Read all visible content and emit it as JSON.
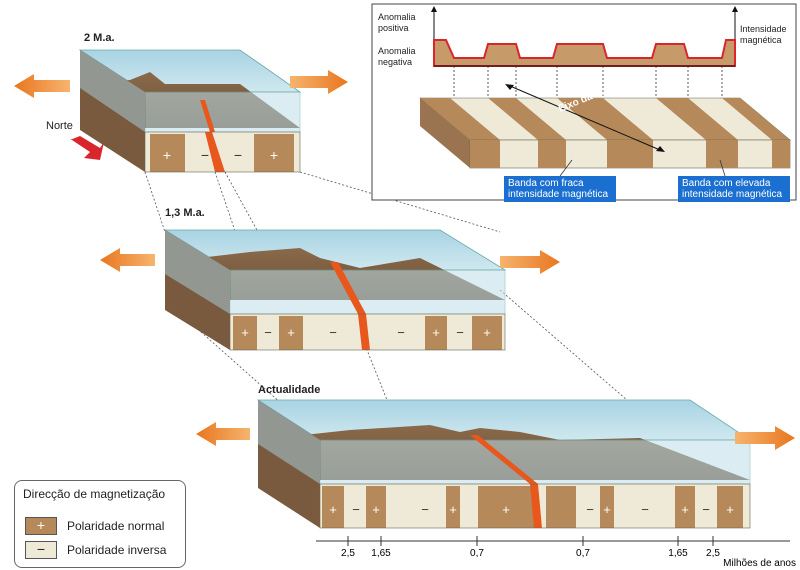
{
  "stages": {
    "first": "2 M.a.",
    "second": "1,3 M.a.",
    "third": "Actualidade"
  },
  "north_label": "Norte",
  "inset": {
    "pos_anomaly": "Anomalia positiva",
    "neg_anomaly": "Anomalia negativa",
    "intensity": "Intensidade magnética",
    "ridge_axis": "Eixo da dorsal",
    "weak_band": "Banda com fraca intensidade magnética",
    "strong_band": "Banda com elevada intensidade magnética"
  },
  "legend": {
    "title": "Direcção de magnetização",
    "normal_symbol": "+",
    "normal": "Polaridade normal",
    "inverse_symbol": "−",
    "inverse": "Polaridade inversa"
  },
  "axis": {
    "ticks": [
      "2,5",
      "1,65",
      "0,7",
      "0,7",
      "1,65",
      "2,5"
    ],
    "unit": "Milhões de anos"
  },
  "colors": {
    "normal": "#b6895a",
    "inverse": "#efe9d8",
    "water": "#b7dbe8",
    "arrow": "#ef8a2c",
    "magma": "#e8581c"
  },
  "blocks": {
    "b1_signs": [
      "+",
      "−",
      "−",
      "+"
    ],
    "b2_signs": [
      "+",
      "−",
      "+",
      "−",
      "−",
      "+",
      "−",
      "+"
    ],
    "b3_signs": [
      "+",
      "−",
      "+",
      "−",
      "+",
      "+",
      "−",
      "+",
      "−",
      "+",
      "−",
      "+"
    ]
  }
}
